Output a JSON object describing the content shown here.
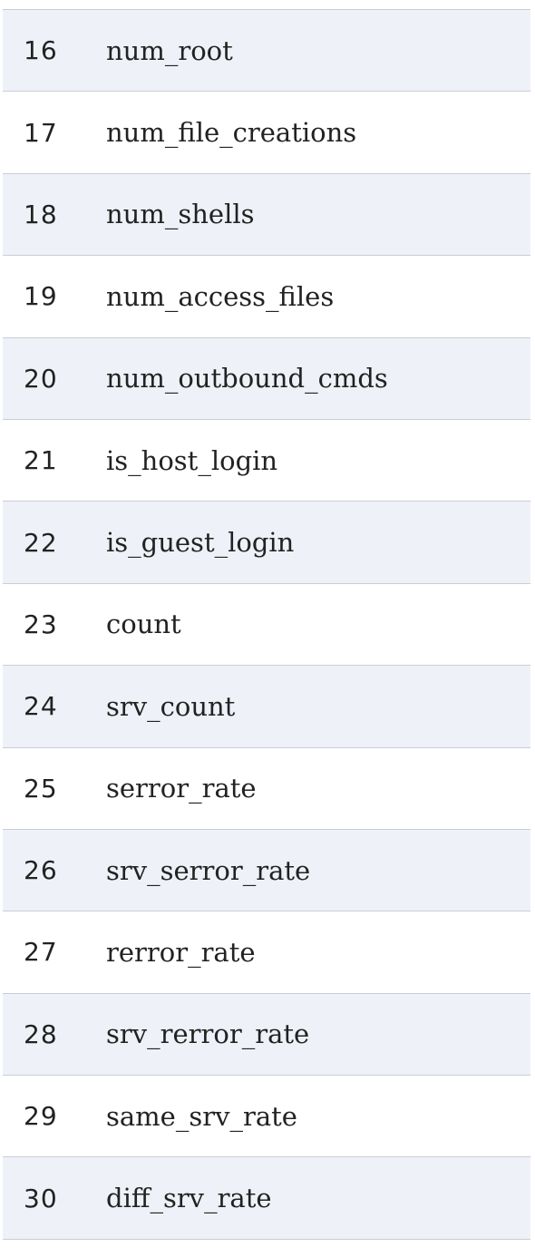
{
  "table": {
    "rows": [
      {
        "index": "16",
        "name": "num_root"
      },
      {
        "index": "17",
        "name": "num_file_creations"
      },
      {
        "index": "18",
        "name": "num_shells"
      },
      {
        "index": "19",
        "name": "num_access_files"
      },
      {
        "index": "20",
        "name": "num_outbound_cmds"
      },
      {
        "index": "21",
        "name": "is_host_login"
      },
      {
        "index": "22",
        "name": "is_guest_login"
      },
      {
        "index": "23",
        "name": "count"
      },
      {
        "index": "24",
        "name": "srv_count"
      },
      {
        "index": "25",
        "name": "serror_rate"
      },
      {
        "index": "26",
        "name": "srv_serror_rate"
      },
      {
        "index": "27",
        "name": "rerror_rate"
      },
      {
        "index": "28",
        "name": "srv_rerror_rate"
      },
      {
        "index": "29",
        "name": "same_srv_rate"
      },
      {
        "index": "30",
        "name": "diff_srv_rate"
      }
    ]
  },
  "colors": {
    "row_shade": "#eef2f8",
    "border": "#c9ced4",
    "text": "#222222"
  }
}
